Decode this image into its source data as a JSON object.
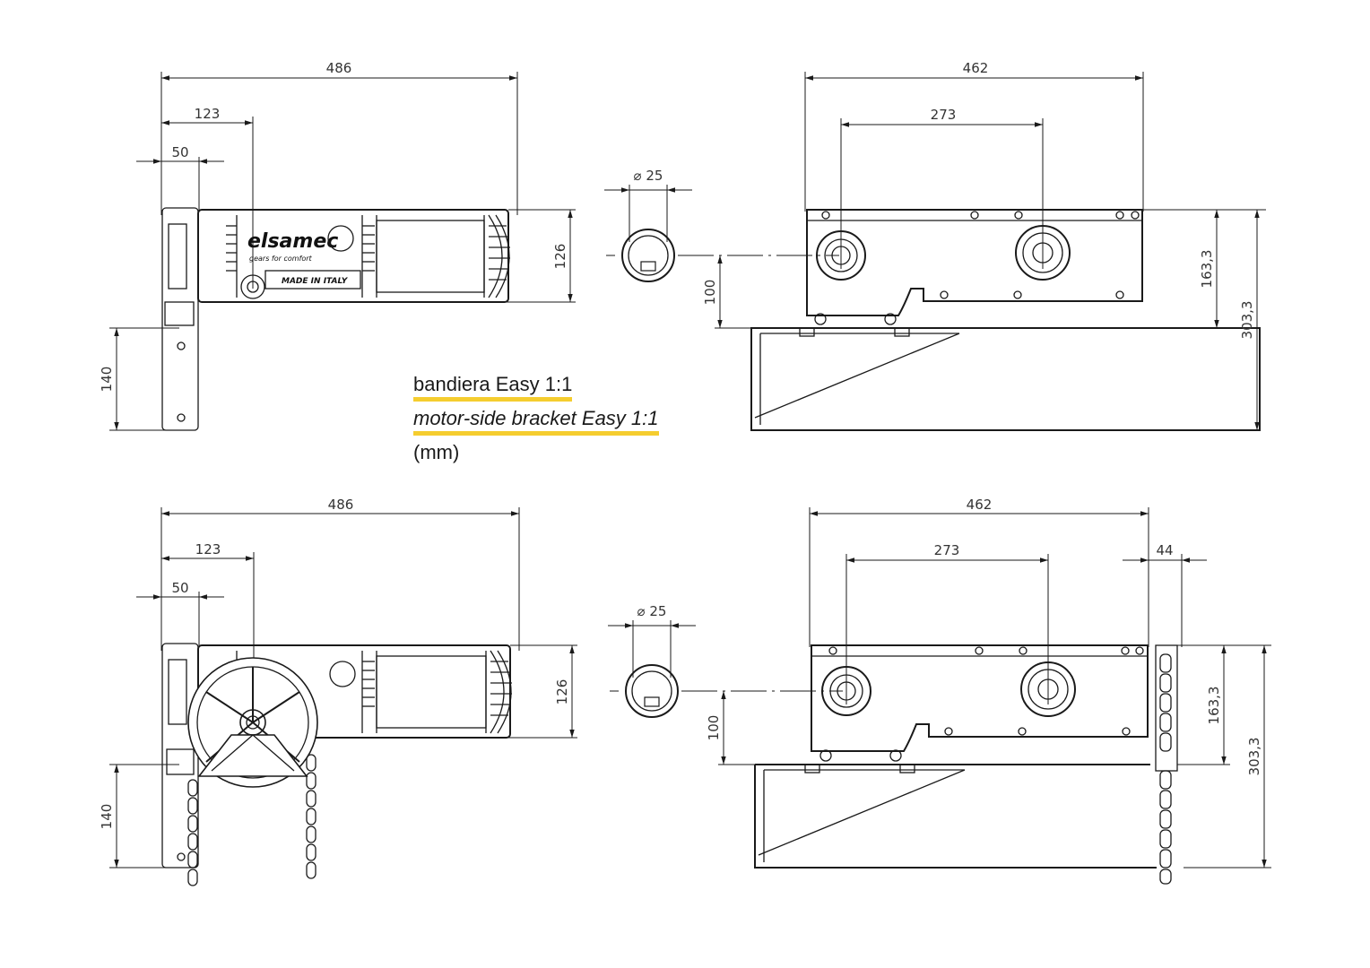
{
  "legend": {
    "line1_prefix": "bandiera Easy 1:1",
    "line2_prefix": "motor-side bracket Easy 1:1",
    "line3": "(mm)"
  },
  "brand": {
    "name": "elsamec",
    "tagline": "gears for comfort",
    "made_in": "MADE IN ITALY"
  },
  "colors": {
    "highlight": "#f5cd2f",
    "line": "#1a1a1a"
  },
  "views": {
    "top_left": {
      "overall_length": "486",
      "axis_offset": "123",
      "bracket_width": "50",
      "body_height": "126",
      "bracket_height": "140"
    },
    "top_middle": {
      "shaft_diameter": "⌀ 25",
      "shaft_height": "100"
    },
    "top_right": {
      "overall_length": "462",
      "axes_distance": "273",
      "plate_height": "163,3",
      "total_height": "303,3"
    },
    "bottom_left": {
      "overall_length": "486",
      "axis_offset": "123",
      "bracket_width": "50",
      "body_height": "126",
      "bracket_height": "140"
    },
    "bottom_middle": {
      "shaft_diameter": "⌀ 25",
      "shaft_height": "100"
    },
    "bottom_right": {
      "overall_length": "462",
      "axes_distance": "273",
      "chain_offset": "44",
      "plate_height": "163,3",
      "total_height": "303,3"
    }
  }
}
